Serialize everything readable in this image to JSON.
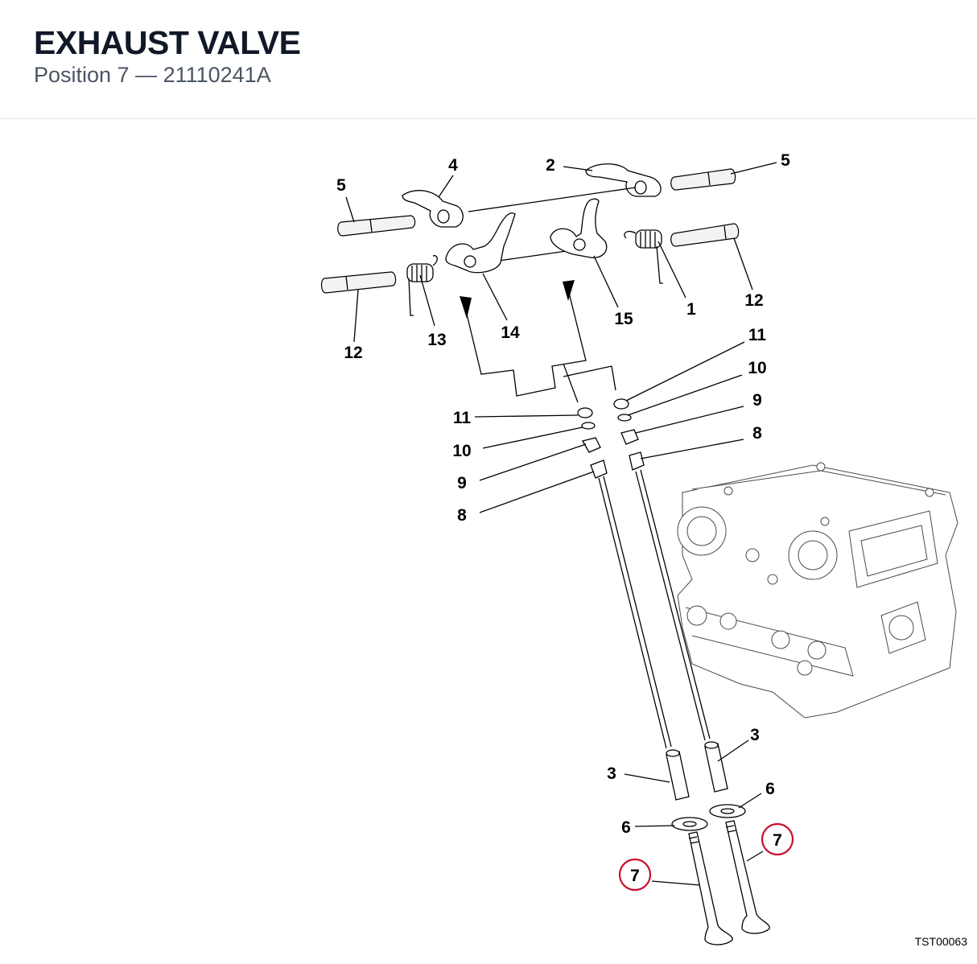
{
  "header": {
    "title": "EXHAUST VALVE",
    "subtitle": "Position 7 — 21110241A"
  },
  "diagram": {
    "reference_code": "TST00063",
    "highlight_color": "#c8102e",
    "callouts": {
      "c1": "1",
      "c2": "2",
      "c3a": "3",
      "c3b": "3",
      "c4": "4",
      "c5a": "5",
      "c5b": "5",
      "c6a": "6",
      "c6b": "6",
      "c7a": "7",
      "c7b": "7",
      "c8a": "8",
      "c8b": "8",
      "c9a": "9",
      "c9b": "9",
      "c10a": "10",
      "c10b": "10",
      "c11a": "11",
      "c11b": "11",
      "c12a": "12",
      "c12b": "12",
      "c13": "13",
      "c14": "14",
      "c15": "15"
    },
    "highlighted_callouts": [
      "c7a",
      "c7b"
    ]
  }
}
